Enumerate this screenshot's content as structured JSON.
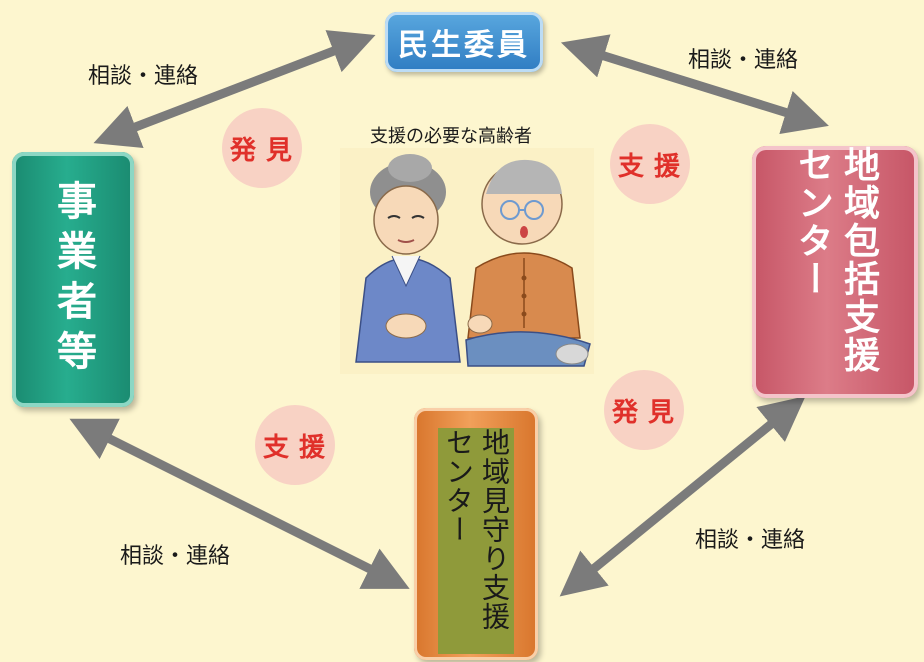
{
  "colors": {
    "background": "#fdf6cf",
    "minsei": "#3a8ed0",
    "jigyo": "#22a082",
    "chiiki": "#d96b78",
    "mimamori_outer": "#e98b42",
    "mimamori_inner": "#8f9a3a",
    "circle": "#f8d2c4",
    "circle_text": "#e0302a",
    "arrow": "#7b7b7b"
  },
  "nodes": {
    "minsei": "民生委員",
    "jigyo": "事業者等",
    "chiiki_center": "地域包括支援センター",
    "mimamori_center": "地域見守り支援センター"
  },
  "mimamori_lines": [
    "地域",
    "見守",
    "支援",
    "セン",
    "ター"
  ],
  "center": {
    "title": "支援の必要な高齢者",
    "illustration_icon": "elderly-couple-illustration"
  },
  "circles": {
    "hakken_top": "発見",
    "shien_right": "支援",
    "shien_left": "支援",
    "hakken_bottom": "発見"
  },
  "labels": {
    "top_left": "相談・連絡",
    "top_right": "相談・連絡",
    "bottom_left": "相談・連絡",
    "bottom_right": "相談・連絡"
  }
}
